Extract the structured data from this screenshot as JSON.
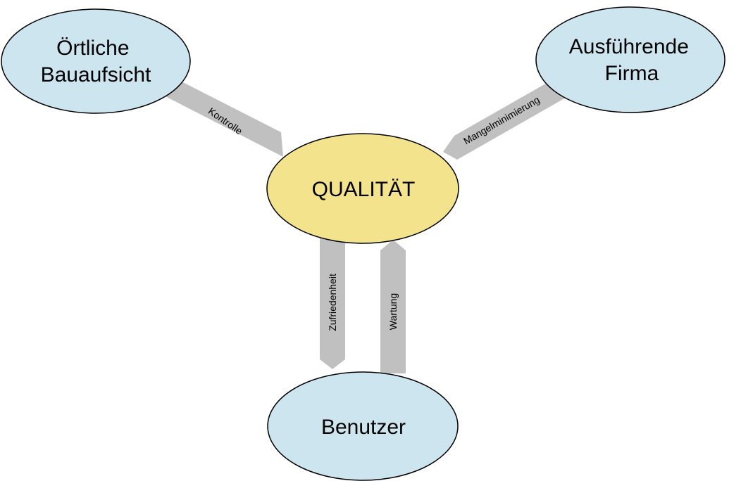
{
  "diagram": {
    "center": {
      "label": "QUALITÄT"
    },
    "nodes": {
      "oertliche_bauaufsicht": {
        "line1": "Örtliche",
        "line2": "Bauaufsicht"
      },
      "ausfuehrende_firma": {
        "line1": "Ausführende",
        "line2": "Firma"
      },
      "benutzer": {
        "label": "Benutzer"
      }
    },
    "arrows": {
      "kontrolle": "Kontrolle",
      "mangelminimierung": "Mangelminimierung",
      "zufriedenheit": "Zufriedenheit",
      "wartung": "Wartung"
    }
  },
  "colors": {
    "outer_node_fill": "#cde5ef",
    "center_node_fill": "#f3e38d",
    "arrow_fill": "#c0c0c0",
    "outline": "#000000"
  }
}
